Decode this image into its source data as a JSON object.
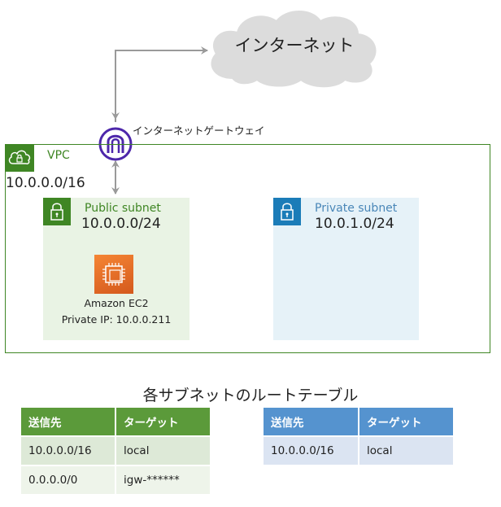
{
  "internet": {
    "label": "インターネット"
  },
  "internet_gateway": {
    "label": "インターネットゲートウェイ"
  },
  "vpc": {
    "label": "VPC",
    "cidr": "10.0.0.0/16"
  },
  "public_subnet": {
    "label": "Public subnet",
    "cidr": "10.0.0.0/24",
    "instance": {
      "name": "Amazon EC2",
      "private_ip": "Private IP: 10.0.0.211"
    }
  },
  "private_subnet": {
    "label": "Private subnet",
    "cidr": "10.0.1.0/24"
  },
  "route_tables": {
    "title": "各サブネットのルートテーブル",
    "public": {
      "headers": [
        "送信先",
        "ターゲット"
      ],
      "rows": [
        [
          "10.0.0.0/16",
          "local"
        ],
        [
          "0.0.0.0/0",
          "igw-******"
        ]
      ]
    },
    "private": {
      "headers": [
        "送信先",
        "ターゲット"
      ],
      "rows": [
        [
          "10.0.0.0/16",
          "local"
        ]
      ]
    }
  },
  "icons": [
    "cloud-icon",
    "internet-gateway-icon",
    "vpc-cloud-lock-icon",
    "lock-icon",
    "ec2-chip-icon"
  ],
  "colors": {
    "public_green": "#3f8624",
    "private_blue": "#1b7cb8",
    "igw_purple": "#4d27aa",
    "ec2_orange": "#e8711f"
  }
}
